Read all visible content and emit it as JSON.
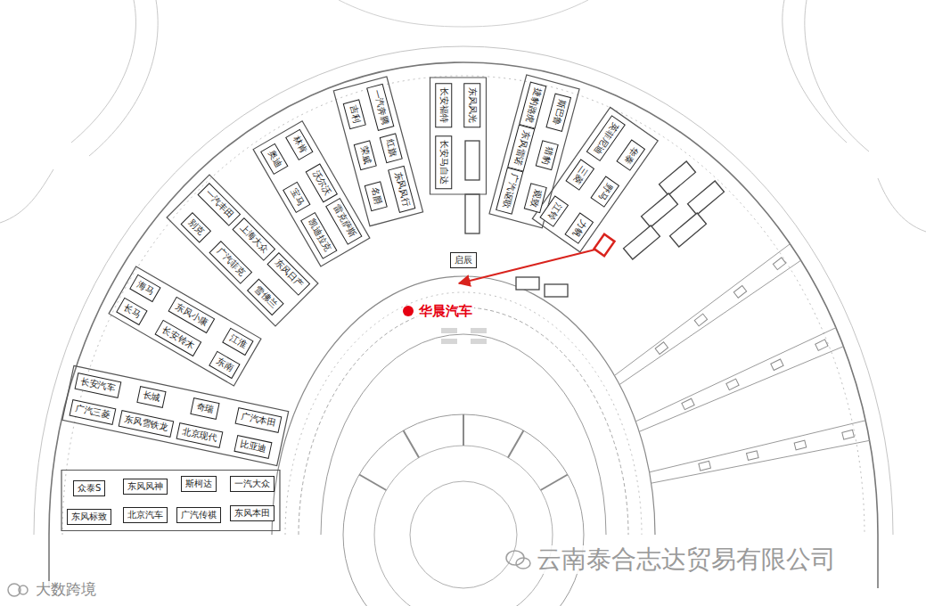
{
  "diagram": {
    "nodes": [
      {
        "text": [
          "众泰S"
        ]
      },
      {
        "text": [
          "东风风神"
        ]
      },
      {
        "text": [
          "斯柯达"
        ]
      },
      {
        "text": [
          "一汽大众"
        ]
      },
      {
        "text": [
          "东风标致"
        ]
      },
      {
        "text": [
          "北京汽车"
        ]
      },
      {
        "text": [
          "广汽传祺"
        ]
      },
      {
        "text": [
          "东风本田"
        ]
      },
      {
        "text": [
          "长安汽车"
        ]
      },
      {
        "text": [
          "长城"
        ]
      },
      {
        "text": [
          "奇瑞"
        ]
      },
      {
        "text": [
          "广汽本田"
        ]
      },
      {
        "text": [
          "广汽三菱"
        ]
      },
      {
        "text": [
          "东风雪铁龙"
        ]
      },
      {
        "text": [
          "北京现代"
        ]
      },
      {
        "text": [
          "比亚迪"
        ]
      },
      {
        "text": [
          "海马"
        ]
      },
      {
        "text": [
          "东风小康"
        ]
      },
      {
        "text": [
          "江淮"
        ]
      },
      {
        "text": [
          "长马"
        ]
      },
      {
        "text": [
          "长安铃木"
        ]
      },
      {
        "text": [
          "东南"
        ]
      },
      {
        "text": [
          "别克"
        ]
      },
      {
        "text": [
          "广汽菲克"
        ]
      },
      {
        "text": [
          "雪佛兰"
        ]
      },
      {
        "text": [
          "一汽丰田"
        ]
      },
      {
        "text": [
          "上海大众"
        ]
      },
      {
        "text": [
          "东风日产"
        ]
      },
      {
        "text": [
          "奥迪"
        ]
      },
      {
        "text": [
          "宝马"
        ]
      },
      {
        "text": [
          "凯迪拉克"
        ]
      },
      {
        "text": [
          "林肯"
        ]
      },
      {
        "text": [
          "沃尔沃"
        ]
      },
      {
        "text": [
          "雷克萨斯"
        ]
      },
      {
        "text": [
          "吉利"
        ]
      },
      {
        "text": [
          "荣威"
        ]
      },
      {
        "text": [
          "名爵"
        ]
      },
      {
        "text": [
          "一汽奔腾"
        ]
      },
      {
        "text": [
          "红旗"
        ]
      },
      {
        "text": [
          "东风风行"
        ]
      },
      {
        "text": [
          "长安福特"
        ]
      },
      {
        "text": [
          "长安马自达"
        ]
      },
      {
        "text": [
          "东风风光"
        ]
      },
      {
        "text": [
          "捷豹路虎"
        ]
      },
      {
        "text": [
          "东风雷诺"
        ]
      },
      {
        "text": [
          "广汽讴歌"
        ]
      },
      {
        "text": [
          "斯巴鲁"
        ]
      },
      {
        "text": [
          "猎豹"
        ]
      },
      {
        "text": [
          "观致"
        ]
      },
      {
        "text": [
          "英菲尼迪"
        ]
      },
      {
        "text": [
          "三菱"
        ]
      },
      {
        "text": [
          "江铃"
        ]
      },
      {
        "text": [
          "华泰"
        ]
      },
      {
        "text": [
          "野马"
        ]
      },
      {
        "text": [
          "力帆"
        ]
      },
      {
        "text": [
          "启辰"
        ]
      }
    ],
    "labels": [
      "华晨汽车",
      "云南泰合志达贸易有限公司",
      "大数跨境"
    ]
  }
}
